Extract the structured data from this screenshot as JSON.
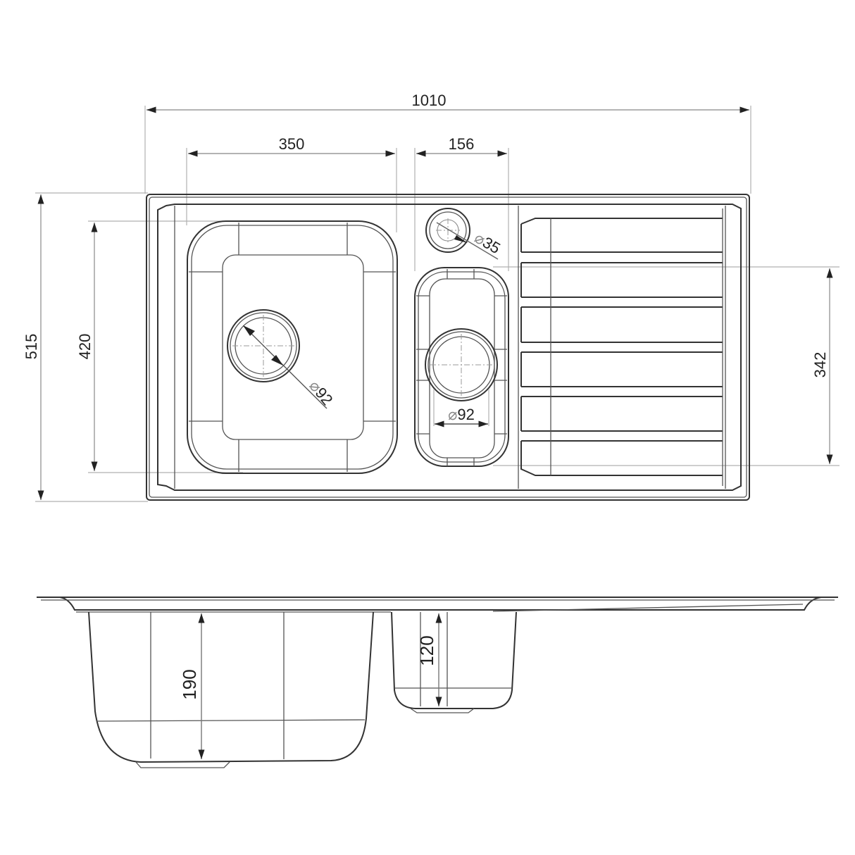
{
  "drawing": {
    "subject": "Inset kitchen sink, 1.5 bowl with drainer",
    "units": "mm",
    "plan_view": {
      "overall_width": "1010",
      "overall_depth": "515",
      "main_bowl_width": "350",
      "half_bowl_width": "156",
      "main_bowl_length": "420",
      "half_bowl_length": "342",
      "main_waste": {
        "symbol": "⌀",
        "value": "92"
      },
      "half_waste": {
        "symbol": "⌀",
        "value": "92"
      },
      "tap_hole": {
        "symbol": "⌀",
        "value": "35"
      },
      "drainer_ribs": 6
    },
    "section_view": {
      "main_bowl_depth": "190",
      "half_bowl_depth": "120"
    }
  },
  "colors": {
    "line": "#333333",
    "dimension_line": "#9a9a9a",
    "arrow": "#222222",
    "background": "#ffffff"
  }
}
